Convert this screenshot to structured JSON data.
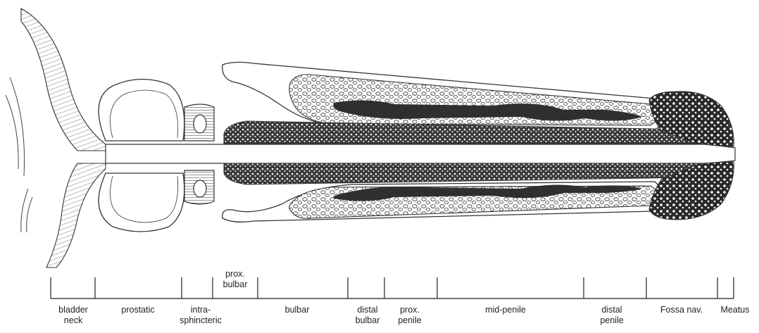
{
  "segments": [
    {
      "id": "bladder-neck",
      "label": "bladder\nneck"
    },
    {
      "id": "prostatic",
      "label": "prostatic"
    },
    {
      "id": "intra-sphincteric",
      "label": "intra-\nsphincteric"
    },
    {
      "id": "prox-bulbar",
      "label": "prox.\nbulbar"
    },
    {
      "id": "bulbar",
      "label": "bulbar"
    },
    {
      "id": "distal-bulbar",
      "label": "distal\nbulbar"
    },
    {
      "id": "prox-penile",
      "label": "prox.\npenile"
    },
    {
      "id": "mid-penile",
      "label": "mid-penile"
    },
    {
      "id": "distal-penile",
      "label": "distal\npenile"
    },
    {
      "id": "fossa-nav",
      "label": "Fossa nav."
    },
    {
      "id": "meatus",
      "label": "Meatus"
    }
  ]
}
